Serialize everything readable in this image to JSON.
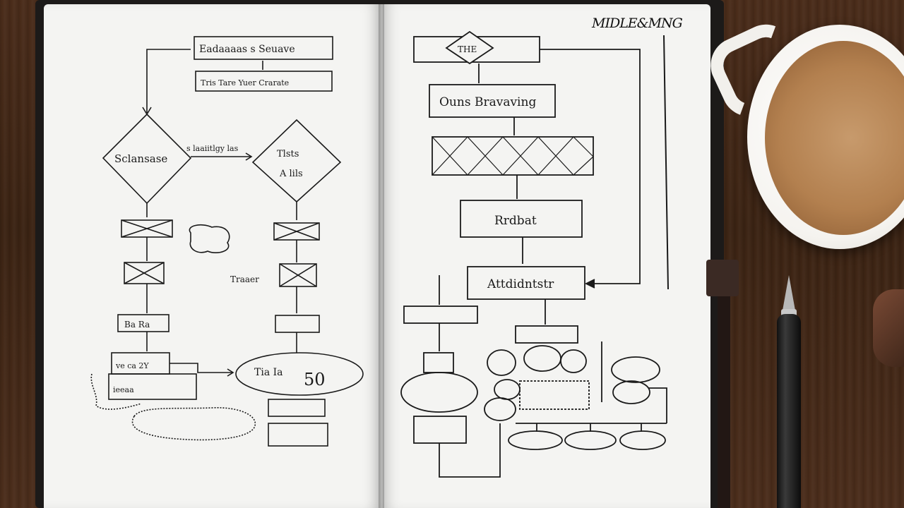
{
  "right_page": {
    "heading": "MIDLE&MNG"
  },
  "left_page": {
    "labels": {
      "top_box": "Eadaaaas s Seuave",
      "second_box": "Tris Tare Yuer Crarate",
      "diamond_left": "Sclansase",
      "arrow_label": "s laaiitlgy las",
      "diamond_right_l1": "Tlsts",
      "diamond_right_l2": "A lils",
      "scribble_1": "Traaer",
      "small_box": "Ba Ra",
      "oval": "Tia Ia",
      "oval_num": "50",
      "note_1": "ve ca 2Y",
      "note_2": "ieeaa"
    }
  },
  "right_labels": {
    "top_diamond": "THE",
    "box_2": "Ouns Bravaving",
    "box_4": "Rrdbat",
    "box_5": "Attdidntstr"
  },
  "colors": {
    "paper": "#f4f4f2",
    "ink": "#1a1a1a",
    "wood": "#3b2313",
    "coffee": "#b3804f"
  }
}
